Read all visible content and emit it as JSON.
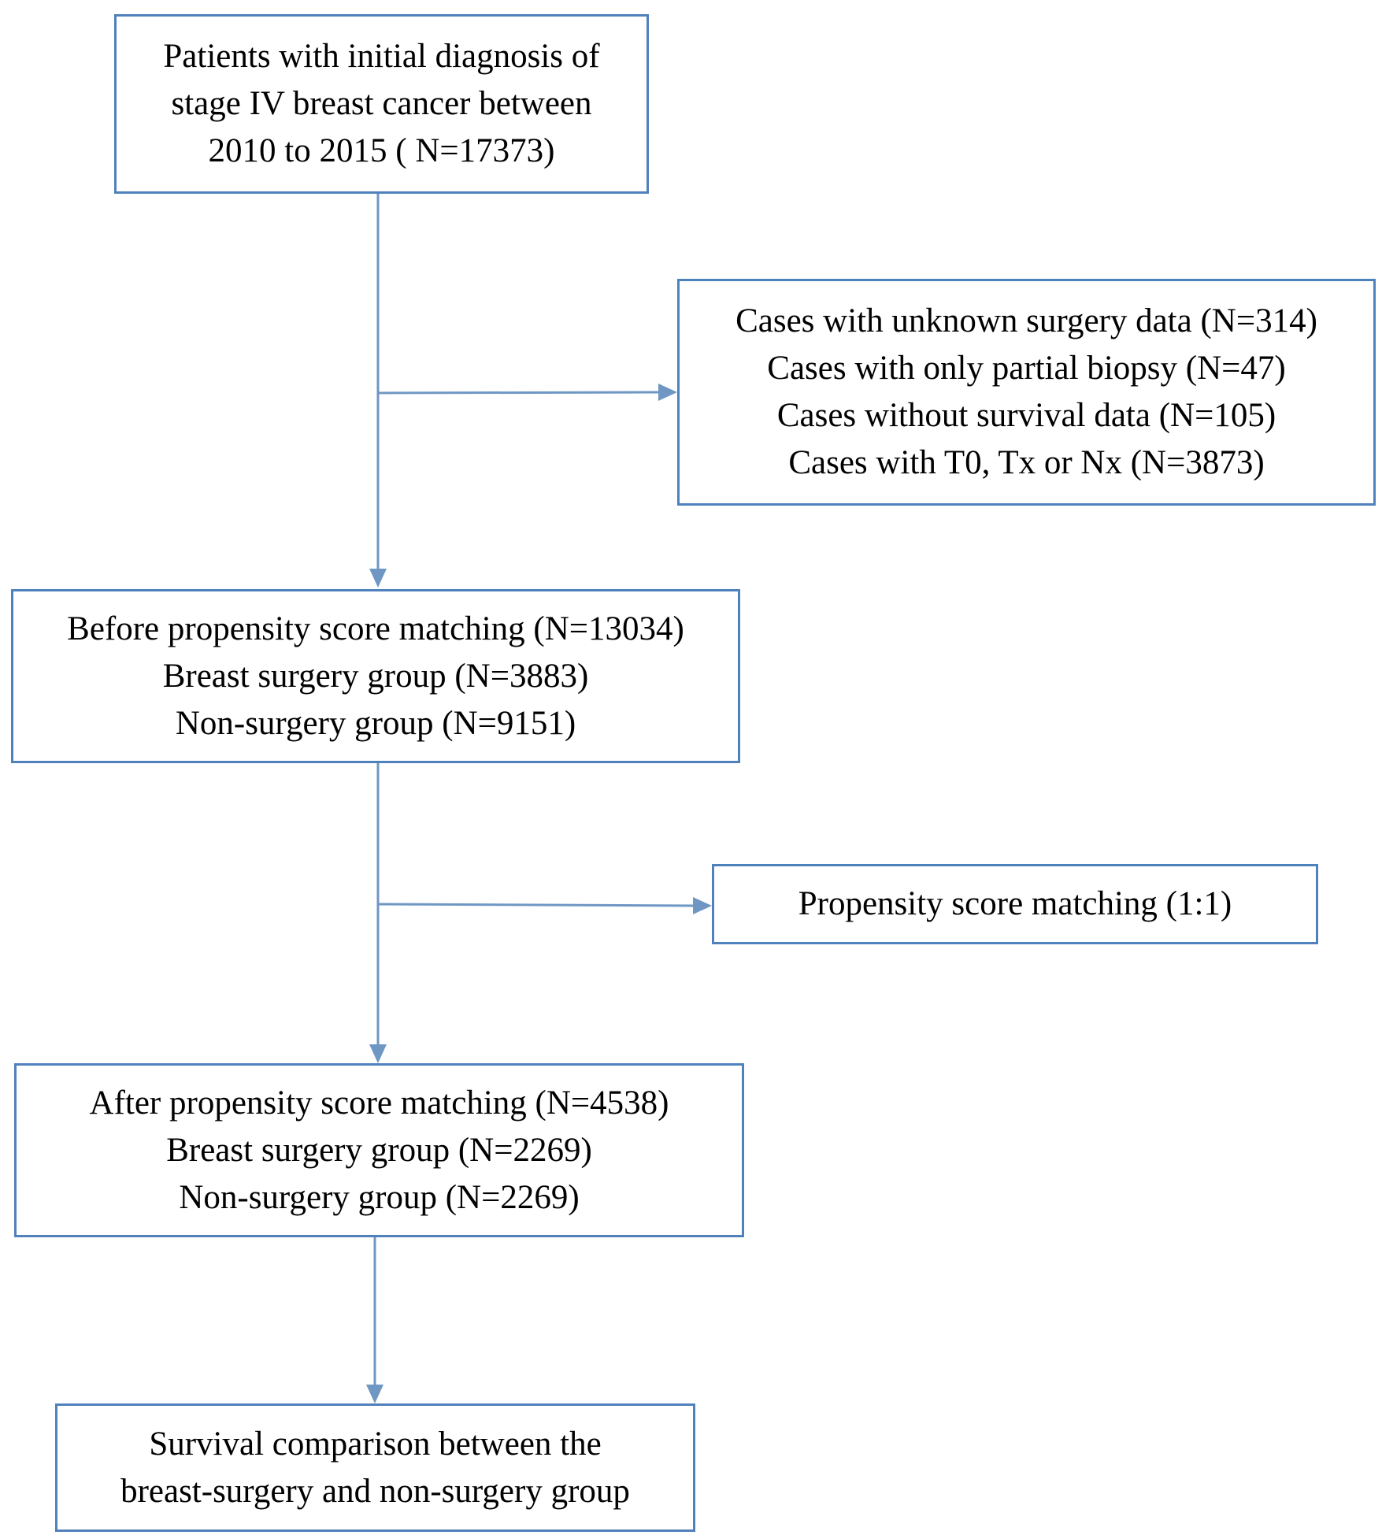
{
  "colors": {
    "border": "#4f81bd",
    "connector": "#6f97c4",
    "text": "#000000",
    "background": "#ffffff"
  },
  "boxes": {
    "initial": {
      "lines": [
        "Patients with initial diagnosis of",
        "stage IV breast cancer between",
        "2010 to 2015 ( N=17373)"
      ]
    },
    "excluded": {
      "lines": [
        "Cases with unknown surgery data (N=314)",
        "Cases with only partial biopsy (N=47)",
        "Cases without survival data (N=105)",
        "Cases with T0, Tx or Nx (N=3873)"
      ]
    },
    "before": {
      "lines": [
        "Before propensity score matching (N=13034)",
        "Breast surgery group (N=3883)",
        "Non-surgery group (N=9151)"
      ]
    },
    "psm": {
      "lines": [
        "Propensity score matching (1:1)"
      ]
    },
    "after": {
      "lines": [
        "After propensity score matching (N=4538)",
        "Breast surgery group (N=2269)",
        "Non-surgery group (N=2269)"
      ]
    },
    "survival": {
      "lines": [
        "Survival comparison between the",
        "breast-surgery and non-surgery group"
      ]
    }
  }
}
